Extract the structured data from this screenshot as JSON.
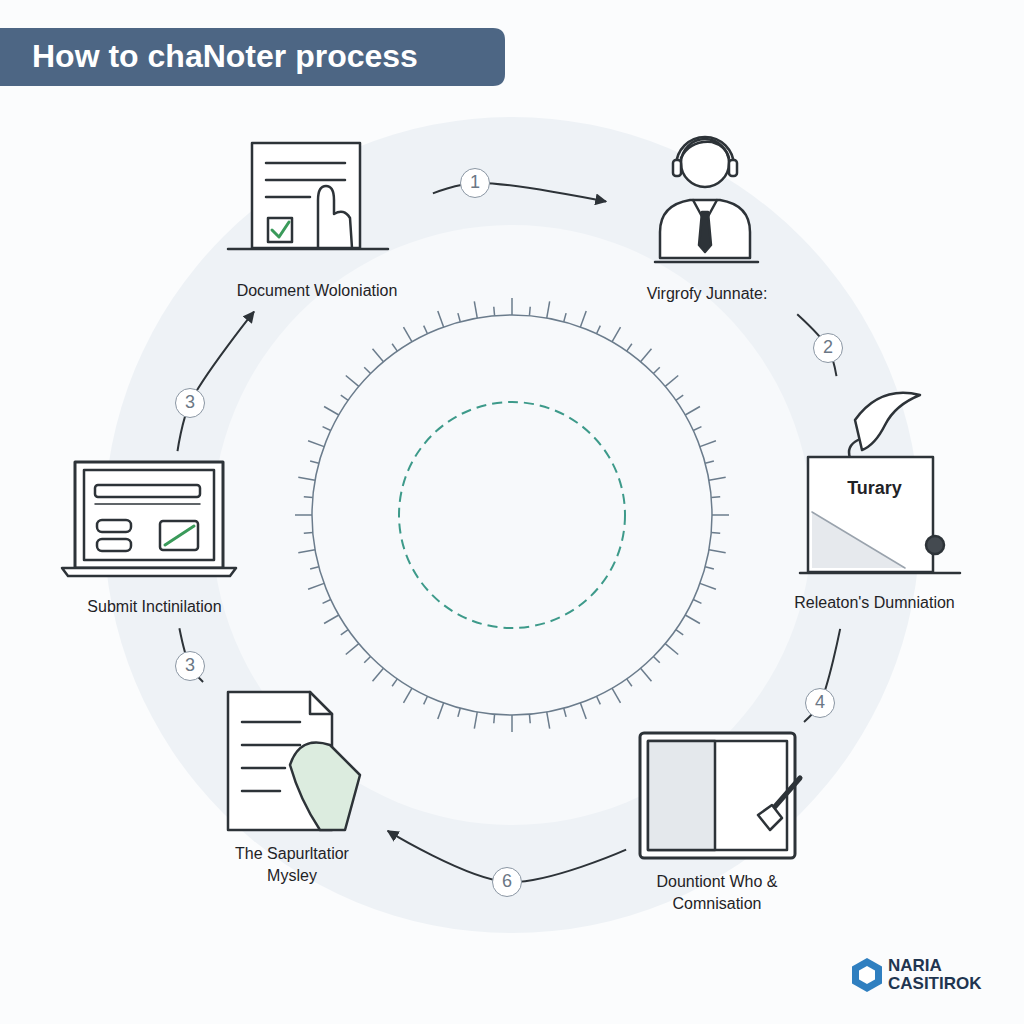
{
  "diagram": {
    "title": "How to chaNoter process",
    "nodes": [
      {
        "text": [
          "Document Woloniation"
        ]
      },
      {
        "text": [
          "Virgrofy Junnate:"
        ]
      },
      {
        "text": [
          "Turary",
          "Releaton's Dumniation"
        ]
      },
      {
        "text": [
          "Dountiont Who & Comnisation"
        ]
      },
      {
        "text": [
          "The Sapurltatior Mysley"
        ]
      },
      {
        "text": [
          "Submit Inctinilation"
        ]
      }
    ],
    "edges": [
      {
        "from": 0,
        "to": 1,
        "label": "1",
        "arrow": "to"
      },
      {
        "from": 1,
        "to": 2,
        "label": "2",
        "arrow": "none"
      },
      {
        "from": 2,
        "to": 3,
        "label": "4",
        "arrow": "none"
      },
      {
        "from": 3,
        "to": 4,
        "label": "6",
        "arrow": "to"
      },
      {
        "from": 4,
        "to": 5,
        "label": "3",
        "arrow": "none"
      },
      {
        "from": 5,
        "to": 0,
        "label": "3",
        "arrow": "to"
      }
    ],
    "labels": [
      "NARIA CASITIROK"
    ]
  }
}
